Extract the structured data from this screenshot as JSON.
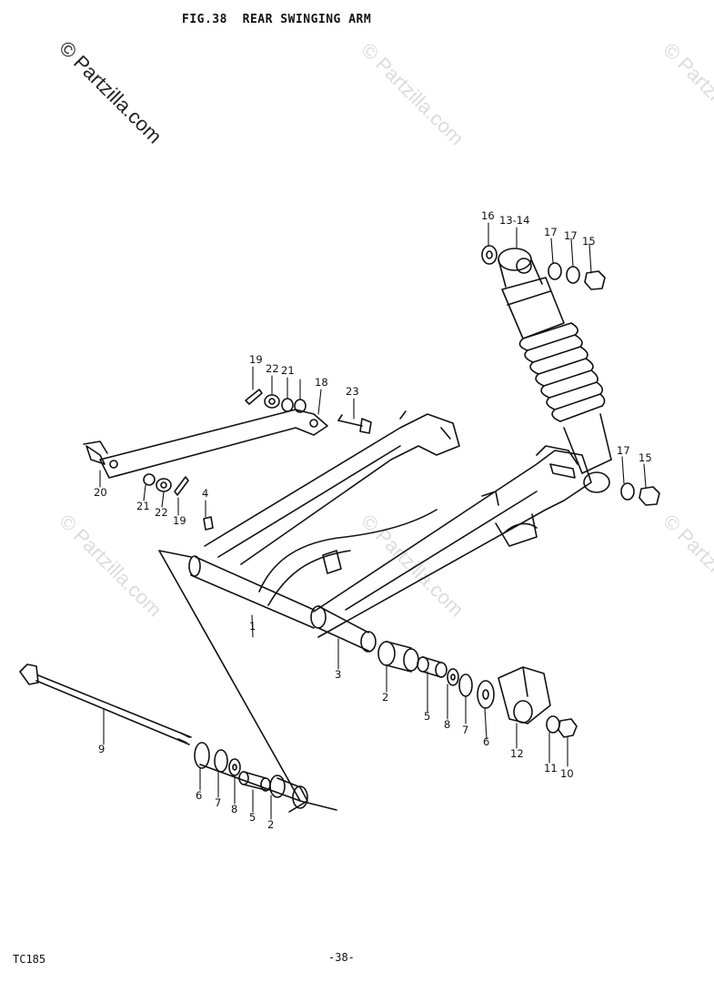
{
  "header": {
    "fig_number": "FIG.38",
    "fig_title": "REAR SWINGING ARM"
  },
  "watermark": {
    "text": "© Partzilla.com"
  },
  "footer": {
    "model": "TC185",
    "page": "-38-"
  },
  "callouts": {
    "c1": "1",
    "c2a": "2",
    "c2b": "2",
    "c3": "3",
    "c4": "4",
    "c5a": "5",
    "c5b": "5",
    "c6a": "6",
    "c6b": "6",
    "c7a": "7",
    "c7b": "7",
    "c8a": "8",
    "c8b": "8",
    "c9": "9",
    "c10": "10",
    "c11": "11",
    "c12": "12",
    "c13_14": "13-14",
    "c15a": "15",
    "c15b": "15",
    "c16": "16",
    "c17a": "17",
    "c17b": "17",
    "c17c": "17",
    "c18": "18",
    "c19a": "19",
    "c19b": "19",
    "c20": "20",
    "c21a": "21",
    "c21b": "21",
    "c22a": "22",
    "c22b": "22",
    "c23": "23"
  }
}
